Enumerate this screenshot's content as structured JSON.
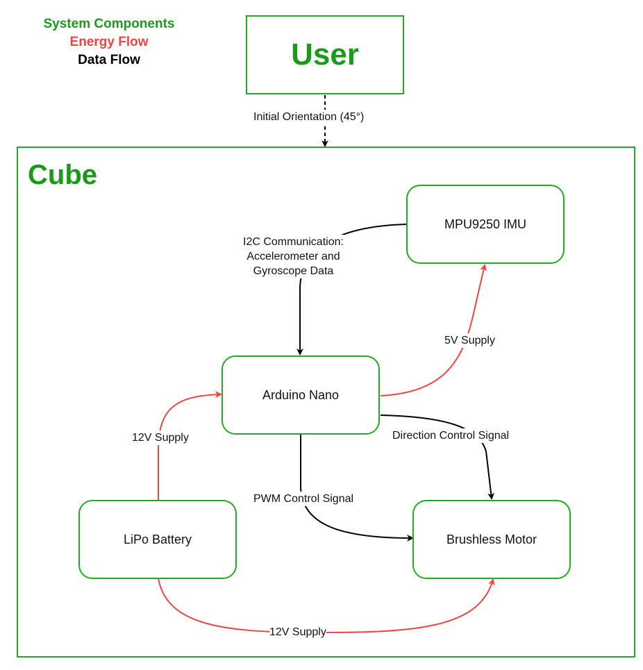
{
  "legend": {
    "components": "System Components",
    "energy": "Energy Flow",
    "data": "Data Flow"
  },
  "user": {
    "label": "User"
  },
  "cube": {
    "label": "Cube"
  },
  "nodes": {
    "imu": "MPU9250 IMU",
    "arduino": "Arduino Nano",
    "battery": "LiPo Battery",
    "motor": "Brushless Motor"
  },
  "edges": {
    "initial_orientation": "Initial Orientation (45°)",
    "i2c_line1": "I2C Communication:",
    "i2c_line2": "Accelerometer and",
    "i2c_line3": "Gyroscope Data",
    "supply_5v": "5V Supply",
    "supply_12v_arduino": "12V Supply",
    "direction_signal": "Direction Control Signal",
    "pwm_signal": "PWM Control Signal",
    "supply_12v_motor": "12V Supply"
  },
  "colors": {
    "component": "#22aa22",
    "energy": "#ee4444",
    "data": "#000000"
  }
}
